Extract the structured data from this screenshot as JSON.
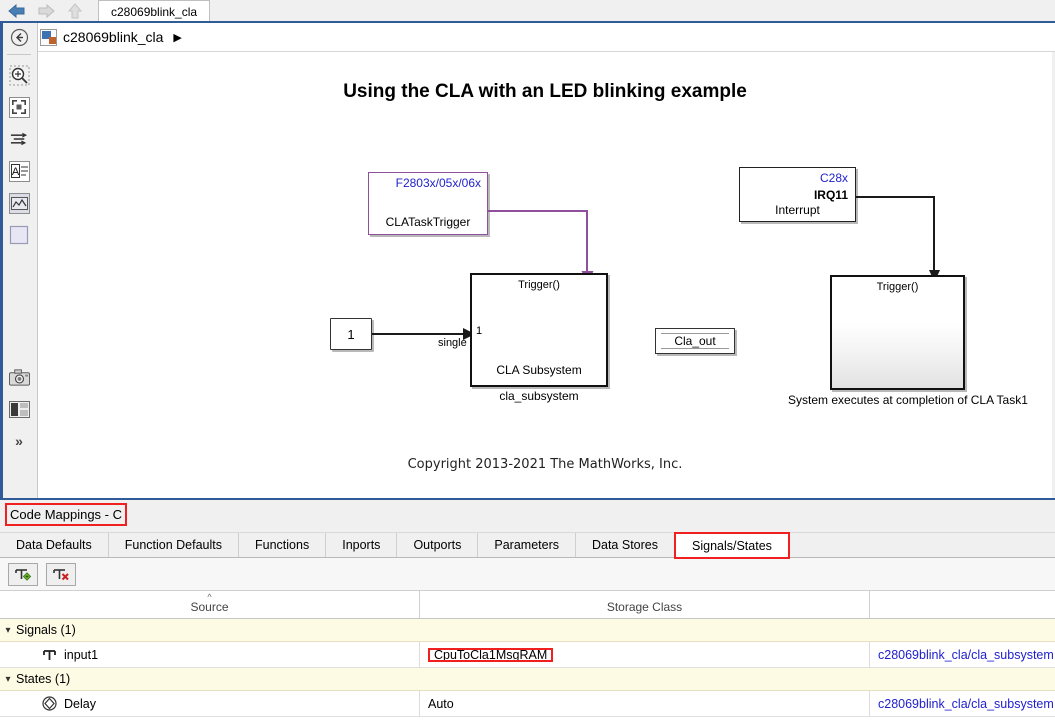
{
  "window": {
    "nav": {
      "back_icon": "back-arrow-icon",
      "forward_icon": "forward-arrow-icon",
      "up_icon": "up-arrow-icon"
    },
    "model_tab_label": "c28069blink_cla"
  },
  "breadcrumb": {
    "icon": "simulink-model-icon",
    "path_label": "c28069blink_cla",
    "separator": "▶",
    "back_icon": "navigate-back-icon"
  },
  "left_toolbar": {
    "items": [
      {
        "name": "navigate-back-icon",
        "glyph": "←"
      },
      {
        "name": "zoom-in-icon",
        "glyph": "⌕"
      },
      {
        "name": "fit-to-view-icon",
        "glyph": "⛶"
      },
      {
        "name": "signal-routing-icon",
        "glyph": "⇛"
      },
      {
        "name": "annotation-text-icon",
        "glyph": "A"
      },
      {
        "name": "scope-image-icon",
        "glyph": "∿"
      },
      {
        "name": "area-block-icon",
        "glyph": "□"
      },
      {
        "name": "camera-snapshot-icon",
        "glyph": "◉"
      },
      {
        "name": "layout-panels-icon",
        "glyph": "▤"
      },
      {
        "name": "more-tools-icon",
        "glyph": "»"
      }
    ]
  },
  "canvas": {
    "title": "Using the CLA with an LED blinking example",
    "copyright": "Copyright 2013-2021 The MathWorks, Inc.",
    "blocks": {
      "cla_task_trigger": {
        "header": "F2803x/05x/06x",
        "label": "CLATaskTrigger"
      },
      "interrupt": {
        "header": "C28x",
        "port": "IRQ11",
        "label": "Interrupt"
      },
      "constant": {
        "value": "1"
      },
      "signal_label": "single",
      "cla_subsystem": {
        "trigger_label": "Trigger()",
        "port_number": "1",
        "title": "CLA Subsystem",
        "caption": "cla_subsystem"
      },
      "cla_out": {
        "label": "Cla_out"
      },
      "task_subsystem": {
        "trigger_label": "Trigger()",
        "caption": "System executes at completion of CLA Task1"
      }
    }
  },
  "code_mappings": {
    "panel_title": "Code Mappings - C",
    "tabs": [
      {
        "label": "Data Defaults",
        "active": false
      },
      {
        "label": "Function Defaults",
        "active": false
      },
      {
        "label": "Functions",
        "active": false
      },
      {
        "label": "Inports",
        "active": false
      },
      {
        "label": "Outports",
        "active": false
      },
      {
        "label": "Parameters",
        "active": false
      },
      {
        "label": "Data Stores",
        "active": false
      },
      {
        "label": "Signals/States",
        "active": true
      }
    ],
    "toolbar": [
      {
        "name": "add-signal-button",
        "tooltip": "Add signal"
      },
      {
        "name": "remove-signal-button",
        "tooltip": "Remove signal"
      }
    ],
    "columns": [
      "Source",
      "Storage Class",
      ""
    ],
    "sort_column": "Source",
    "groups": [
      {
        "label": "Signals (1)",
        "expanded": true,
        "rows": [
          {
            "icon": "signal-icon",
            "source": "input1",
            "storage_class": "CpuToCla1MsgRAM",
            "path": "c28069blink_cla/cla_subsystem",
            "highlight": true
          }
        ]
      },
      {
        "label": "States (1)",
        "expanded": true,
        "rows": [
          {
            "icon": "state-icon",
            "source": "Delay",
            "storage_class": "Auto",
            "path": "c28069blink_cla/cla_subsystem",
            "highlight": false
          }
        ]
      }
    ]
  },
  "colors": {
    "accent_blue": "#2020d0",
    "trigger_purple": "#8f4f9c",
    "highlight_red": "#f02020",
    "group_row_bg": "#fdfbe4"
  }
}
